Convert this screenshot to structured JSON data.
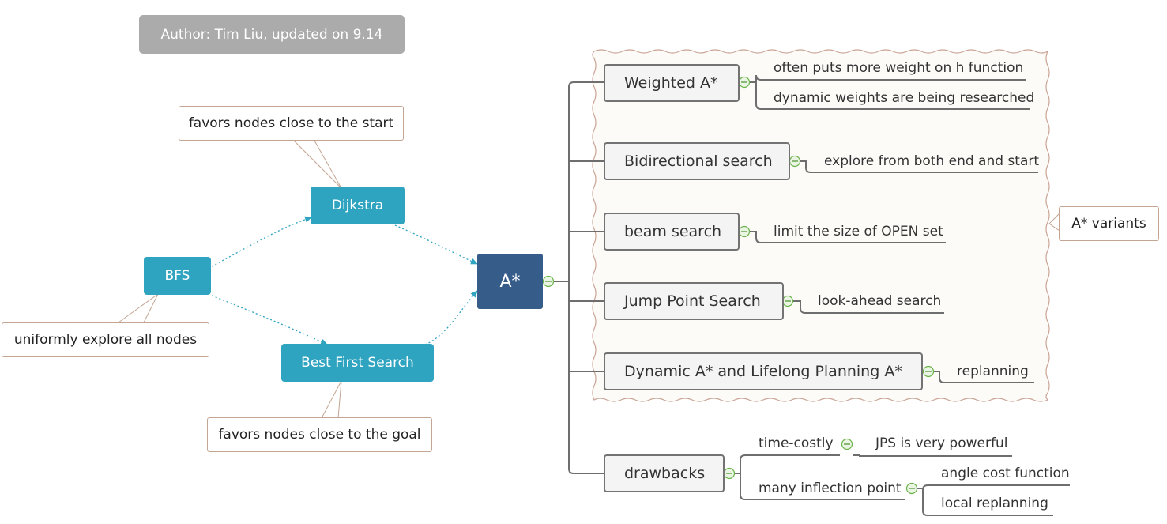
{
  "author": "Author: Tim Liu, updated on 9.14",
  "root": {
    "label": "A*"
  },
  "predecessors": {
    "bfs": "BFS",
    "dijkstra": "Dijkstra",
    "best_first": "Best First Search"
  },
  "callouts": {
    "dijkstra_note": "favors nodes close to the start",
    "bfs_note": "uniformly explore all nodes",
    "best_first_note": "favors nodes close to the goal",
    "variants_note": "A* variants"
  },
  "branches": [
    {
      "label": "Weighted A*",
      "details": [
        "often puts more weight on h function",
        "dynamic weights are being researched"
      ]
    },
    {
      "label": "Bidirectional search",
      "details": [
        "explore from both end and start"
      ]
    },
    {
      "label": "beam search",
      "details": [
        "limit the size of OPEN set"
      ]
    },
    {
      "label": "Jump Point Search",
      "details": [
        "look-ahead search"
      ]
    },
    {
      "label": "Dynamic A* and Lifelong Planning A*",
      "details": [
        "replanning"
      ]
    },
    {
      "label": "drawbacks",
      "children": [
        {
          "label": "time-costly",
          "details": [
            "JPS is very powerful"
          ]
        },
        {
          "label": "many inflection point",
          "details": [
            "angle cost function",
            "local replanning"
          ]
        }
      ]
    }
  ],
  "colors": {
    "teal": "#2fa4c0",
    "root": "#365c8a",
    "author_bg": "#ababab",
    "connector": "#6e6e6e",
    "dotted_arrow": "#2fa4c0",
    "boundary": "#c9a494",
    "callout_border": "#c4a492",
    "collapse_toggle": "#6bb34a"
  }
}
